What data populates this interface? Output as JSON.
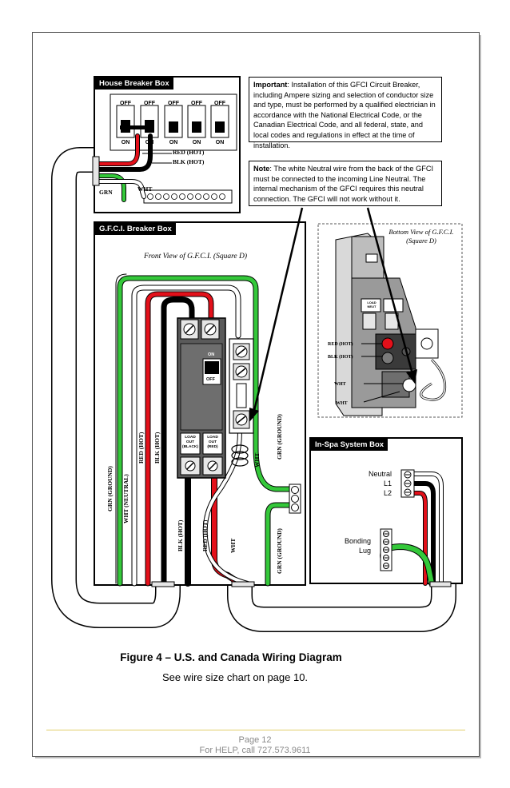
{
  "house_box": {
    "title": "House Breaker Box",
    "breaker_off": "OFF",
    "breaker_on": "ON",
    "red_hot": "RED (HOT)",
    "blk_hot": "BLK (HOT)",
    "grn": "GRN",
    "wht": "WHT"
  },
  "important_note": {
    "label": "Important",
    "text": ": Installation of this GFCI Circuit Breaker, including Ampere sizing and selection of conductor size and type, must be performed by a qualified electrician in accordance with the National Electrical Code, or the Canadian Electrical Code, and all federal, state, and local codes and regulations in effect at the time of installation."
  },
  "neutral_note": {
    "label": "Note",
    "text": ": The white Neutral wire from the back of the GFCI must be connected to the incoming Line Neutral. The internal mechanism of the GFCI requires this neutral connection. The GFCI will not work without it."
  },
  "gfci_box": {
    "title": "G.F.C.I. Breaker Box",
    "front_view": "Front View of G.F.C.I. (Square D)",
    "on": "ON",
    "off": "OFF",
    "load_out_black": "LOAD OUT (BLACK)",
    "load_out_red": "LOAD OUT (RED)",
    "grn_ground": "GRN (GROUND)",
    "wht_neutral": "WHT (NEUTRAL)",
    "red_hot": "RED (HOT)",
    "blk_hot": "BLK (HOT)",
    "wht": "WHT"
  },
  "bottom_view": {
    "title_line1": "Bottom View of G.F.C.I.",
    "title_line2": "(Square D)",
    "red_hot": "RED (HOT)",
    "blk_hot": "BLK (HOT)",
    "wht": "WHT",
    "load_neut": "LOAD NEUT"
  },
  "spa_box": {
    "title": "In-Spa System Box",
    "neutral": "Neutral",
    "l1": "L1",
    "l2": "L2",
    "bonding": "Bonding",
    "lug": "Lug"
  },
  "figure": {
    "title": "Figure 4 – U.S. and Canada Wiring Diagram",
    "subtitle": "See wire size chart on page 10."
  },
  "footer": {
    "page": "Page 12",
    "help": "For HELP, call 727.573.9611"
  },
  "colors": {
    "red_wire": "#e3101a",
    "green_wire": "#34c83a",
    "black_wire": "#000000",
    "white_wire": "#ffffff",
    "breaker_body": "#5a5a5a",
    "footer_rule": "#e2cf6b"
  }
}
